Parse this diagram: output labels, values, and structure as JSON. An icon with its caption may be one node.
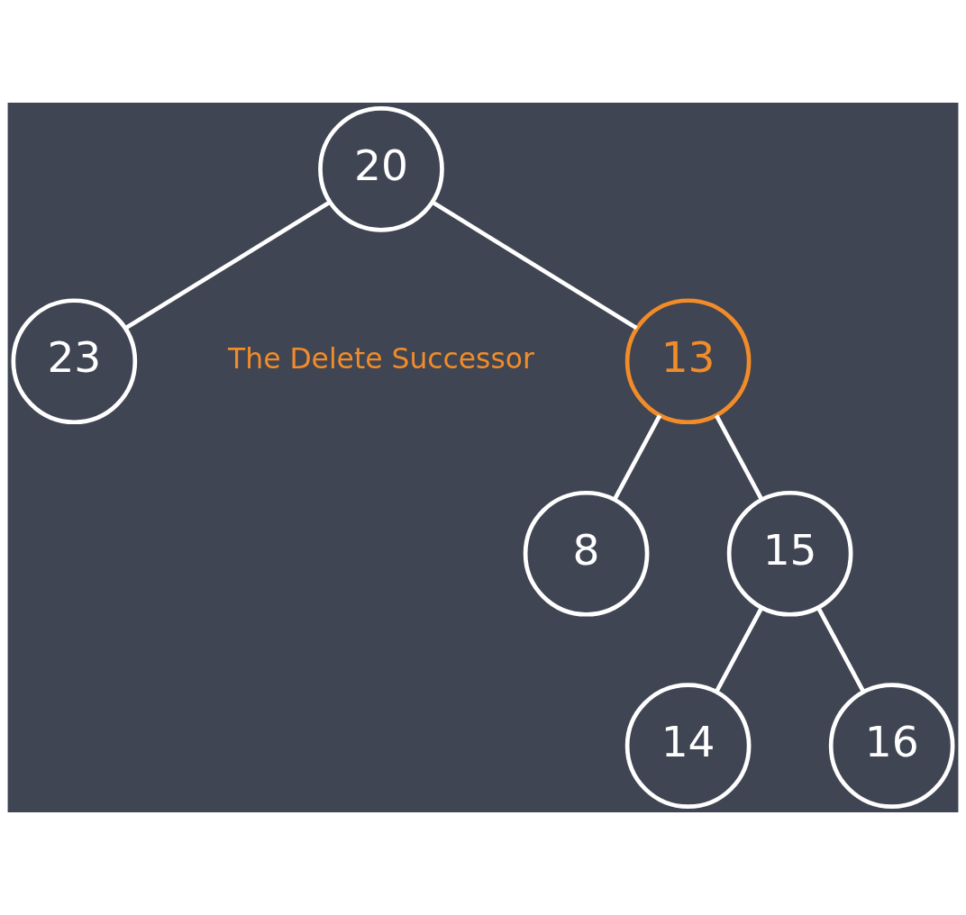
{
  "diagram": {
    "nodes": [
      {
        "text": [
          "20"
        ]
      },
      {
        "text": [
          "13"
        ],
        "beside": [
          "The Delete Successor"
        ]
      },
      {
        "text": [
          "23"
        ]
      },
      {
        "text": [
          "8"
        ]
      },
      {
        "text": [
          "15"
        ]
      },
      {
        "text": [
          "14"
        ]
      },
      {
        "text": [
          "16"
        ]
      }
    ],
    "edges": [
      {
        "from": 0,
        "to": 1,
        "arrow": "none"
      },
      {
        "from": 0,
        "to": 2,
        "arrow": "none"
      },
      {
        "from": 1,
        "to": 3,
        "arrow": "none"
      },
      {
        "from": 1,
        "to": 4,
        "arrow": "none"
      },
      {
        "from": 4,
        "to": 5,
        "arrow": "none"
      },
      {
        "from": 4,
        "to": 6,
        "arrow": "none"
      }
    ]
  }
}
